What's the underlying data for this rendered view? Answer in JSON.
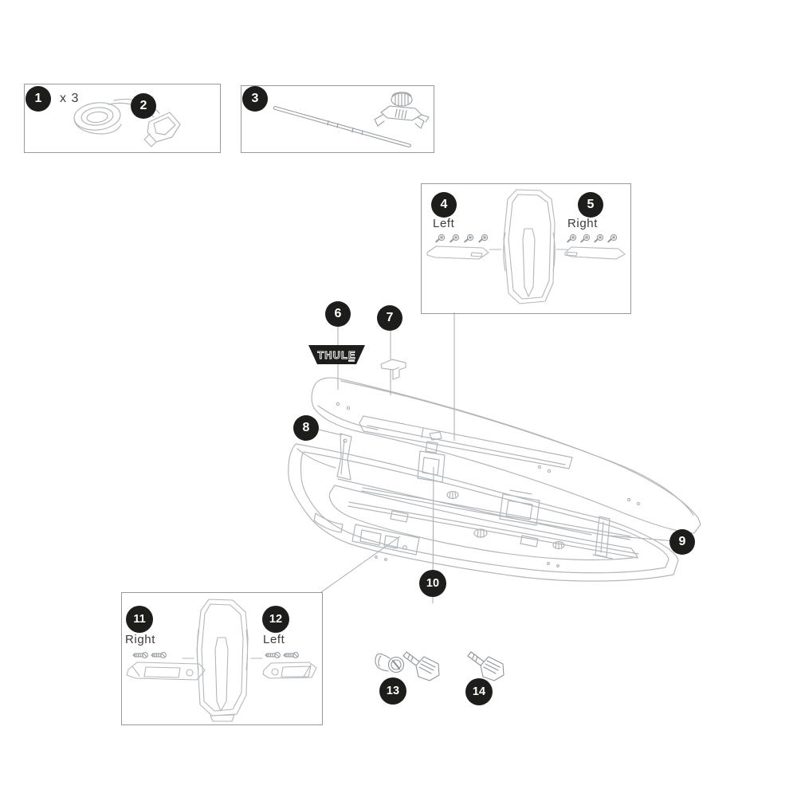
{
  "colors": {
    "background": "#ffffff",
    "callout_bg": "#1d1d1b",
    "callout_text": "#ffffff",
    "line_art": "#b3b7bb",
    "line_art_dark": "#8f959a",
    "leader_line": "#a6aaad",
    "box_border": "#97999b",
    "label_text": "#3c3c3b",
    "logo_bg": "#1d1d1b",
    "logo_text": "#ffffff"
  },
  "logo": {
    "text": "THULE"
  },
  "callouts": {
    "c1": "1",
    "c2": "2",
    "c3": "3",
    "c4": "4",
    "c5": "5",
    "c6": "6",
    "c7": "7",
    "c8": "8",
    "c9": "9",
    "c10": "10",
    "c11": "11",
    "c12": "12",
    "c13": "13",
    "c14": "14"
  },
  "labels": {
    "quantity_x3": "x 3",
    "side_trim_box": {
      "left": "Left",
      "right": "Right"
    },
    "corner_trim_box": {
      "right": "Right",
      "left": "Left"
    }
  }
}
